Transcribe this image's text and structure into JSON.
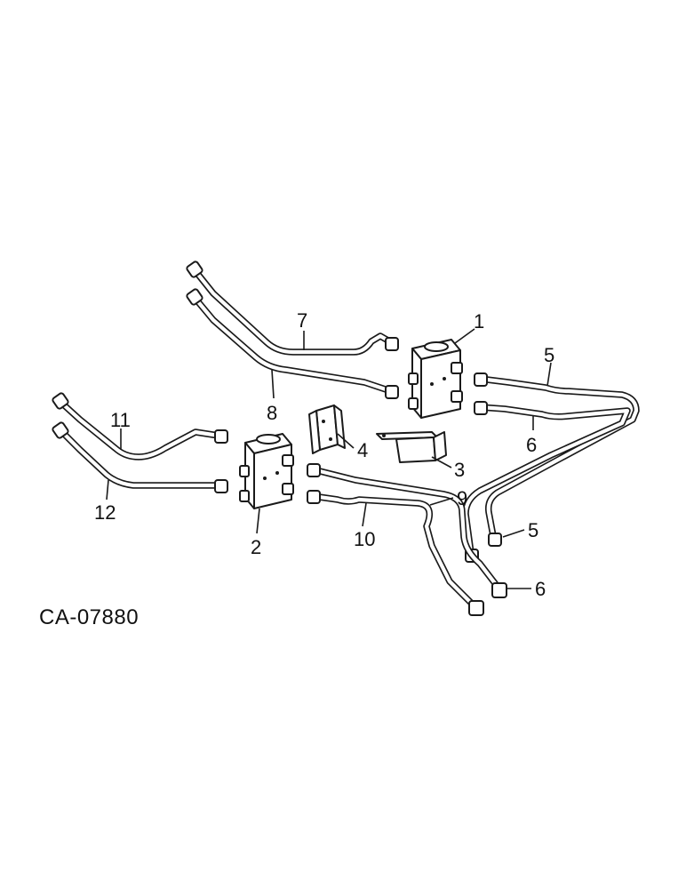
{
  "figure_code": "CA-07880",
  "callouts": [
    {
      "id": "c1",
      "label": "1"
    },
    {
      "id": "c2",
      "label": "2"
    },
    {
      "id": "c3",
      "label": "3"
    },
    {
      "id": "c4",
      "label": "4"
    },
    {
      "id": "c5a",
      "label": "5"
    },
    {
      "id": "c5b",
      "label": "5"
    },
    {
      "id": "c6a",
      "label": "6"
    },
    {
      "id": "c6b",
      "label": "6"
    },
    {
      "id": "c7",
      "label": "7"
    },
    {
      "id": "c8",
      "label": "8"
    },
    {
      "id": "c9",
      "label": "9"
    },
    {
      "id": "c10",
      "label": "10"
    },
    {
      "id": "c11",
      "label": "11"
    },
    {
      "id": "c12",
      "label": "12"
    }
  ]
}
